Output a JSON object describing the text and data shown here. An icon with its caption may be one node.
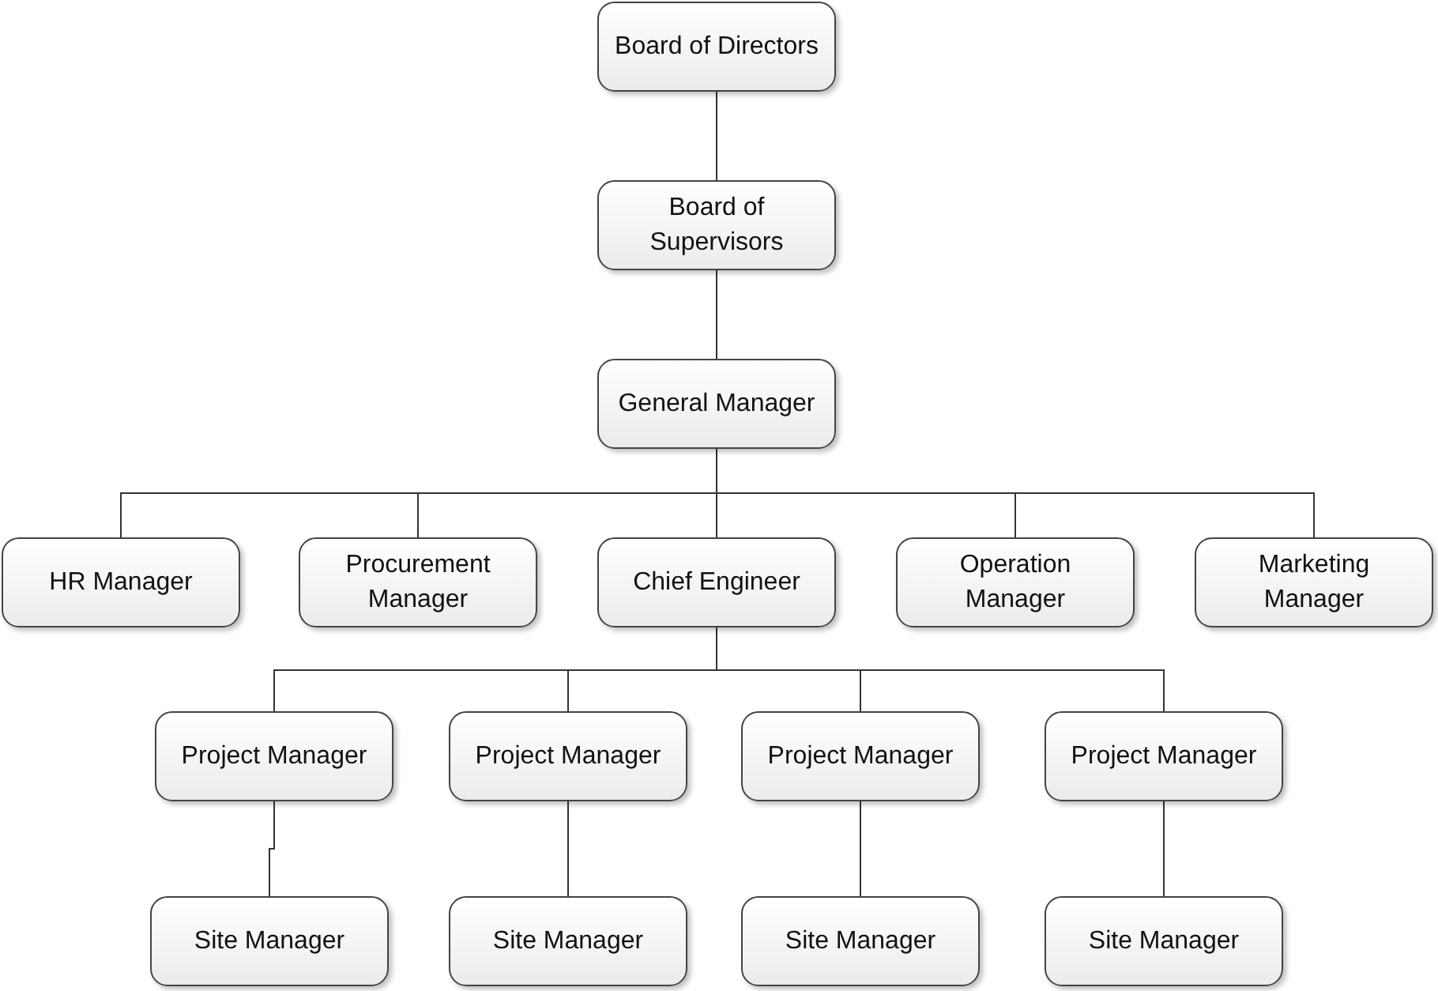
{
  "diagram": {
    "nodes": [
      {
        "text": [
          "Board of Directors"
        ]
      },
      {
        "text": [
          "Board of Supervisors"
        ]
      },
      {
        "text": [
          "General Manager"
        ]
      },
      {
        "text": [
          "HR Manager"
        ]
      },
      {
        "text": [
          "Procurement Manager"
        ]
      },
      {
        "text": [
          "Chief Engineer"
        ]
      },
      {
        "text": [
          "Operation Manager"
        ]
      },
      {
        "text": [
          "Marketing Manager"
        ]
      },
      {
        "text": [
          "Project Manager"
        ]
      },
      {
        "text": [
          "Project Manager"
        ]
      },
      {
        "text": [
          "Project Manager"
        ]
      },
      {
        "text": [
          "Project Manager"
        ]
      },
      {
        "text": [
          "Site Manager"
        ]
      },
      {
        "text": [
          "Site Manager"
        ]
      },
      {
        "text": [
          "Site Manager"
        ]
      },
      {
        "text": [
          "Site Manager"
        ]
      }
    ],
    "edges": [
      {
        "from": 0,
        "to": 1,
        "arrow": "none"
      },
      {
        "from": 1,
        "to": 2,
        "arrow": "none"
      },
      {
        "from": 2,
        "to": 3,
        "arrow": "none"
      },
      {
        "from": 2,
        "to": 4,
        "arrow": "none"
      },
      {
        "from": 2,
        "to": 5,
        "arrow": "none"
      },
      {
        "from": 2,
        "to": 6,
        "arrow": "none"
      },
      {
        "from": 2,
        "to": 7,
        "arrow": "none"
      },
      {
        "from": 5,
        "to": 8,
        "arrow": "none"
      },
      {
        "from": 5,
        "to": 9,
        "arrow": "none"
      },
      {
        "from": 5,
        "to": 10,
        "arrow": "none"
      },
      {
        "from": 5,
        "to": 11,
        "arrow": "none"
      },
      {
        "from": 8,
        "to": 12,
        "arrow": "none"
      },
      {
        "from": 9,
        "to": 13,
        "arrow": "none"
      },
      {
        "from": 10,
        "to": 14,
        "arrow": "none"
      },
      {
        "from": 11,
        "to": 15,
        "arrow": "none"
      }
    ]
  }
}
